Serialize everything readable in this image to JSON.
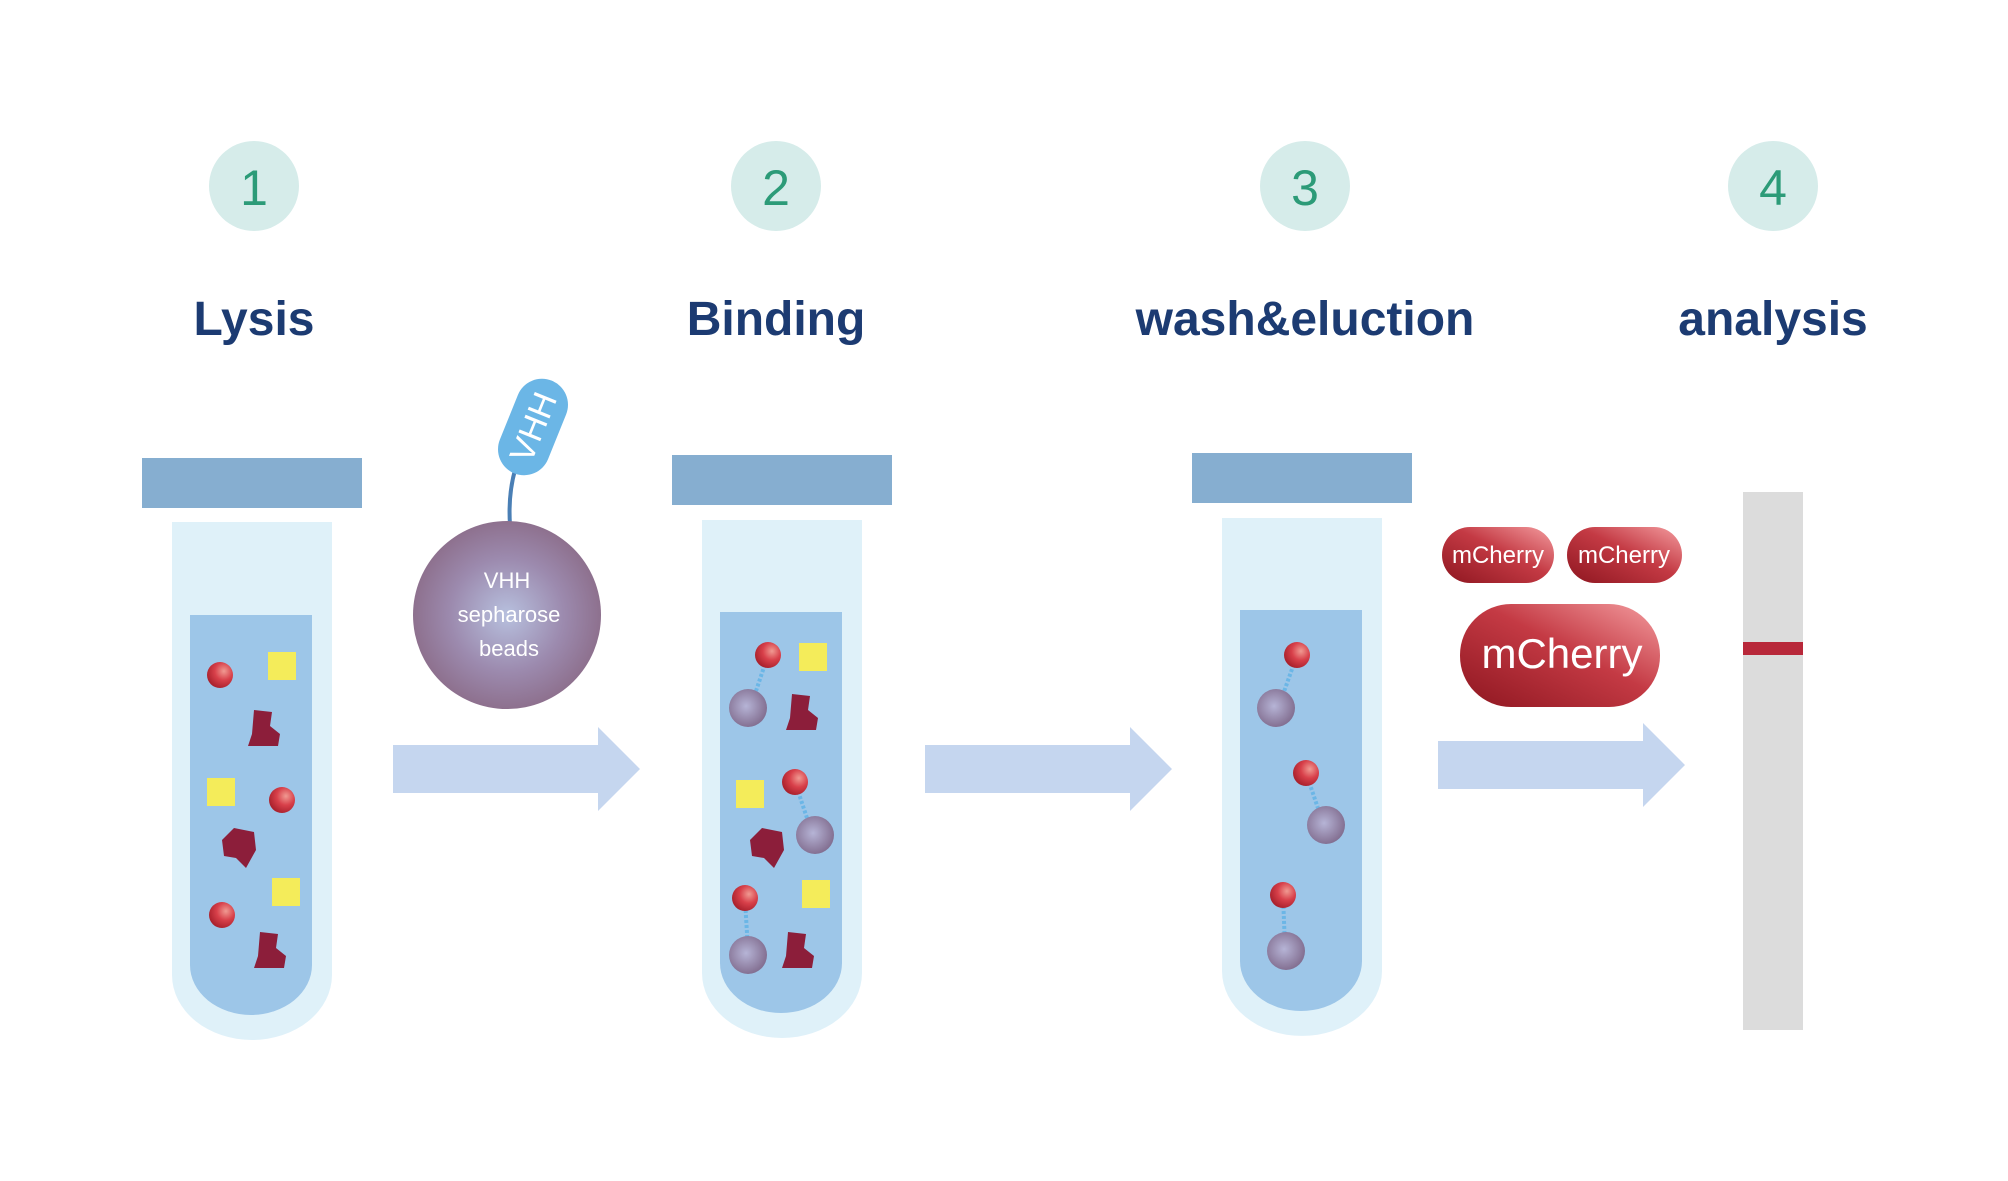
{
  "steps": [
    {
      "number": "1",
      "title": "Lysis"
    },
    {
      "number": "2",
      "title": "Binding"
    },
    {
      "number": "3",
      "title": "wash&eluction"
    },
    {
      "number": "4",
      "title": "analysis"
    }
  ],
  "vhh_tag": "VHH",
  "bead_label": {
    "line1": "VHH",
    "line2": "sepharose",
    "line3": "beads"
  },
  "mcherry_labels": [
    "mCherry",
    "mCherry",
    "mCherry"
  ],
  "colors": {
    "step_circle": "#d6ecea",
    "step_number": "#2c9b78",
    "step_title": "#1c3b72",
    "tube_outer": "#dff1f9",
    "tube_inner": "#9dc6e8",
    "tube_cap": "#86aed0",
    "arrow": "#c5d6ef",
    "protein": "#c82c3a",
    "debris": "#8c1e3a",
    "impurity": "#f4ec5a",
    "bead": "#8c7090",
    "vhh_tag": "#6bb6e6",
    "mcherry": "#a8202c",
    "strip": "#dcdcdc",
    "strip_band": "#b8283a"
  }
}
